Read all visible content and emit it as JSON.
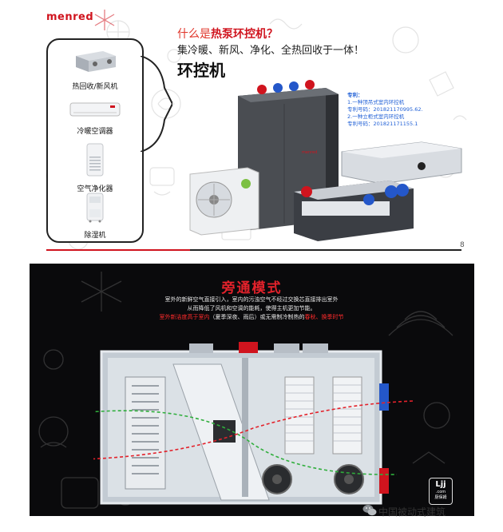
{
  "slide1": {
    "brand": "menred",
    "products": [
      {
        "label": "热回收/新风机"
      },
      {
        "label": "冷暖空调器"
      },
      {
        "label": "空气净化器"
      },
      {
        "label": "除湿机"
      }
    ],
    "headline": {
      "prefix": "什么是",
      "highlight": "热泵环控机？",
      "line2": "集冷暖、新风、净化、全热回收于一体！",
      "line3": "环控机"
    },
    "patent": {
      "title": "专利：",
      "lines": [
        "1.一种顶吊式室内环控机",
        "专利号码：201821170995.62.",
        "2.一种立柜式室内环控机",
        "专利号码：201821171155.1"
      ]
    },
    "page_number": "8",
    "machine_brand": "menred"
  },
  "slide2": {
    "title": "旁通模式",
    "desc_lines": [
      "室外的新鲜空气直接引入，室内的污浊空气不经过交换芯直接排出室外",
      "从而降低了风机和空调的能耗，使得主机更加节能。"
    ],
    "desc_red": "室外新洁度高于室内",
    "desc_mid": "（夏季深夜、雨后）或无需制冷制热的",
    "desc_red2": "春秋、换季时节",
    "badge": {
      "top": "Ljj",
      "mid": ".com",
      "bottom": "厨保姆"
    }
  },
  "watermark": "中国被动式建筑",
  "colors": {
    "brand_red": "#d0141e",
    "patent_blue": "#1f5fd6",
    "flow_green": "#2fae3c",
    "flow_red": "#e3222b"
  }
}
